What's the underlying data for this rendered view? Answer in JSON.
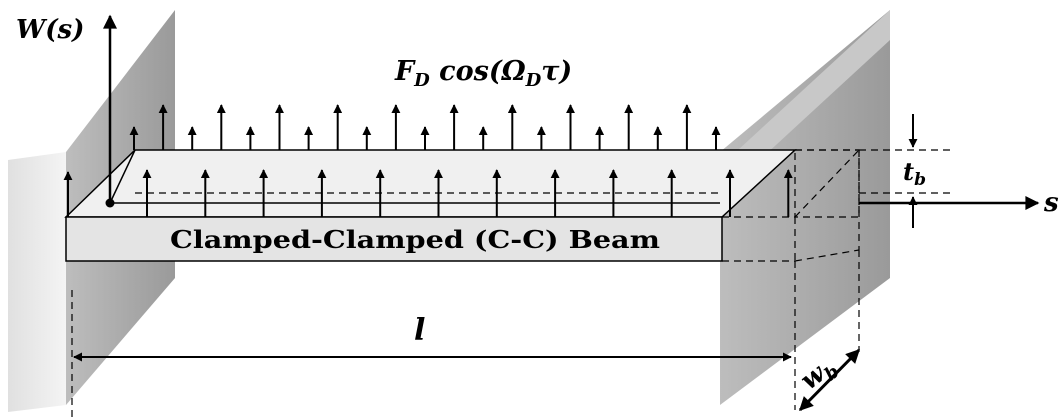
{
  "labels": {
    "w_axis": "W(s)",
    "s_axis": "s",
    "force_main": "F",
    "force_sub": "D",
    "force_rest": " cos(",
    "omega_main": "Ω",
    "omega_sub": "D",
    "omega_rest": "τ)",
    "beam_label": "Clamped-Clamped (C-C) Beam",
    "length": "l",
    "thickness_main": "t",
    "thickness_sub": "b",
    "width_main": "w",
    "width_sub": "b"
  },
  "colors": {
    "wall_fill": "#a6a6a6",
    "wall_face": "#d9d9d9",
    "beam_front": "#e6e6e6",
    "beam_top": "#f2f2f2",
    "line": "#000000"
  }
}
